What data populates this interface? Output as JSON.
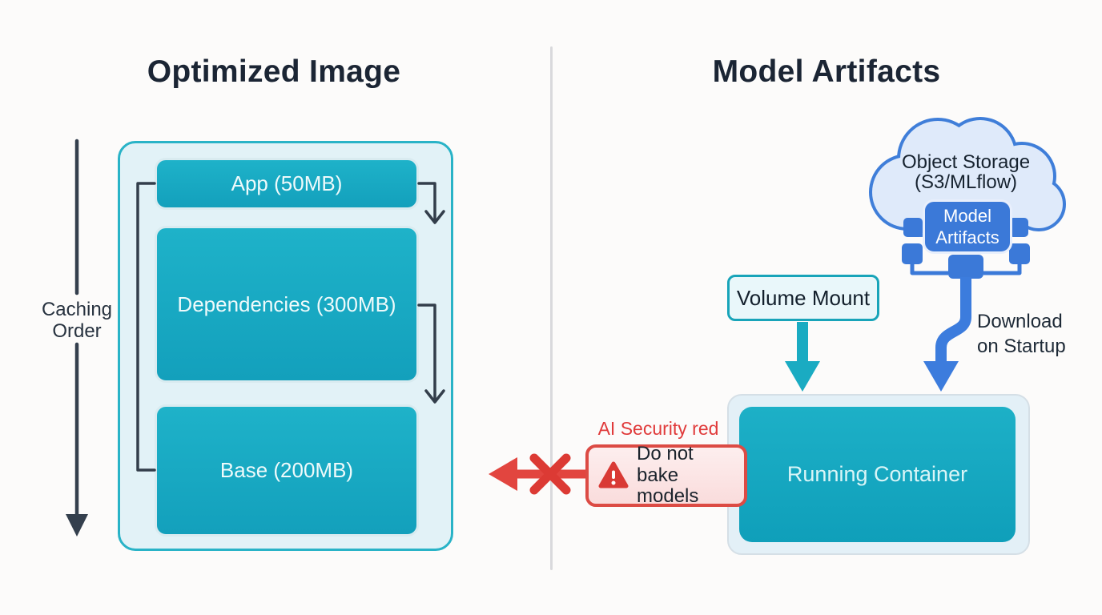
{
  "titles": {
    "left": "Optimized Image",
    "right": "Model Artifacts"
  },
  "left_panel": {
    "caching_label": {
      "line1": "Caching",
      "line2": "Order"
    },
    "layers": [
      {
        "label": "App (50MB)"
      },
      {
        "label": "Dependencies (300MB)"
      },
      {
        "label": "Base (200MB)"
      }
    ]
  },
  "right_panel": {
    "cloud": {
      "line1": "Object Storage",
      "line2": "(S3/MLflow)"
    },
    "artifact_box": {
      "line1": "Model",
      "line2": "Artifacts"
    },
    "volume_mount_label": "Volume Mount",
    "download_label": {
      "line1": "Download",
      "line2": "on Startup"
    },
    "running_container_label": "Running Container",
    "warning": {
      "heading": "AI Security red",
      "message_line1": "Do not bake",
      "message_line2": "models"
    }
  },
  "colors": {
    "teal": "#17a9c1",
    "teal_border": "#29b3c7",
    "blue": "#3b79d8",
    "red": "#e0403b",
    "dark_text": "#1b2534",
    "panel_fill": "#e2f2f7",
    "cloud_fill": "#dfeafa",
    "warning_fill": "#fdeaea",
    "divider": "#d9d9dc"
  }
}
